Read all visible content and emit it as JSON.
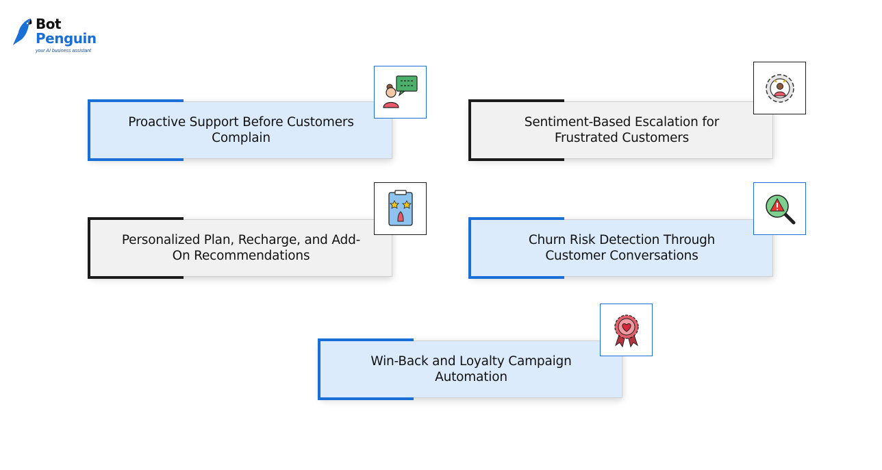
{
  "brand": {
    "name_line1": "Bot",
    "name_line2": "Penguin",
    "tagline": "your AI business assistant",
    "colors": {
      "dark": "#111111",
      "blue": "#1a6fd6"
    }
  },
  "cards": [
    {
      "title": "Proactive Support Before Customers Complain",
      "style": "blue",
      "icon": "support-agent-chat-icon"
    },
    {
      "title": "Sentiment-Based Escalation for Frustrated Customers",
      "style": "gray",
      "icon": "frustrated-customer-gear-icon"
    },
    {
      "title": "Personalized Plan, Recharge, and Add-On Recommendations",
      "style": "gray",
      "icon": "recommendation-board-icon"
    },
    {
      "title": "Churn Risk Detection Through Customer Conversations",
      "style": "blue",
      "icon": "risk-magnifier-icon"
    },
    {
      "title": "Win-Back and Loyalty Campaign Automation",
      "style": "blue",
      "icon": "loyalty-badge-icon"
    }
  ],
  "colors": {
    "accent_blue": "#1a6fd6",
    "accent_dark": "#1b1b1b",
    "card_blue": "#dcebfb",
    "card_gray": "#f1f1f1"
  }
}
